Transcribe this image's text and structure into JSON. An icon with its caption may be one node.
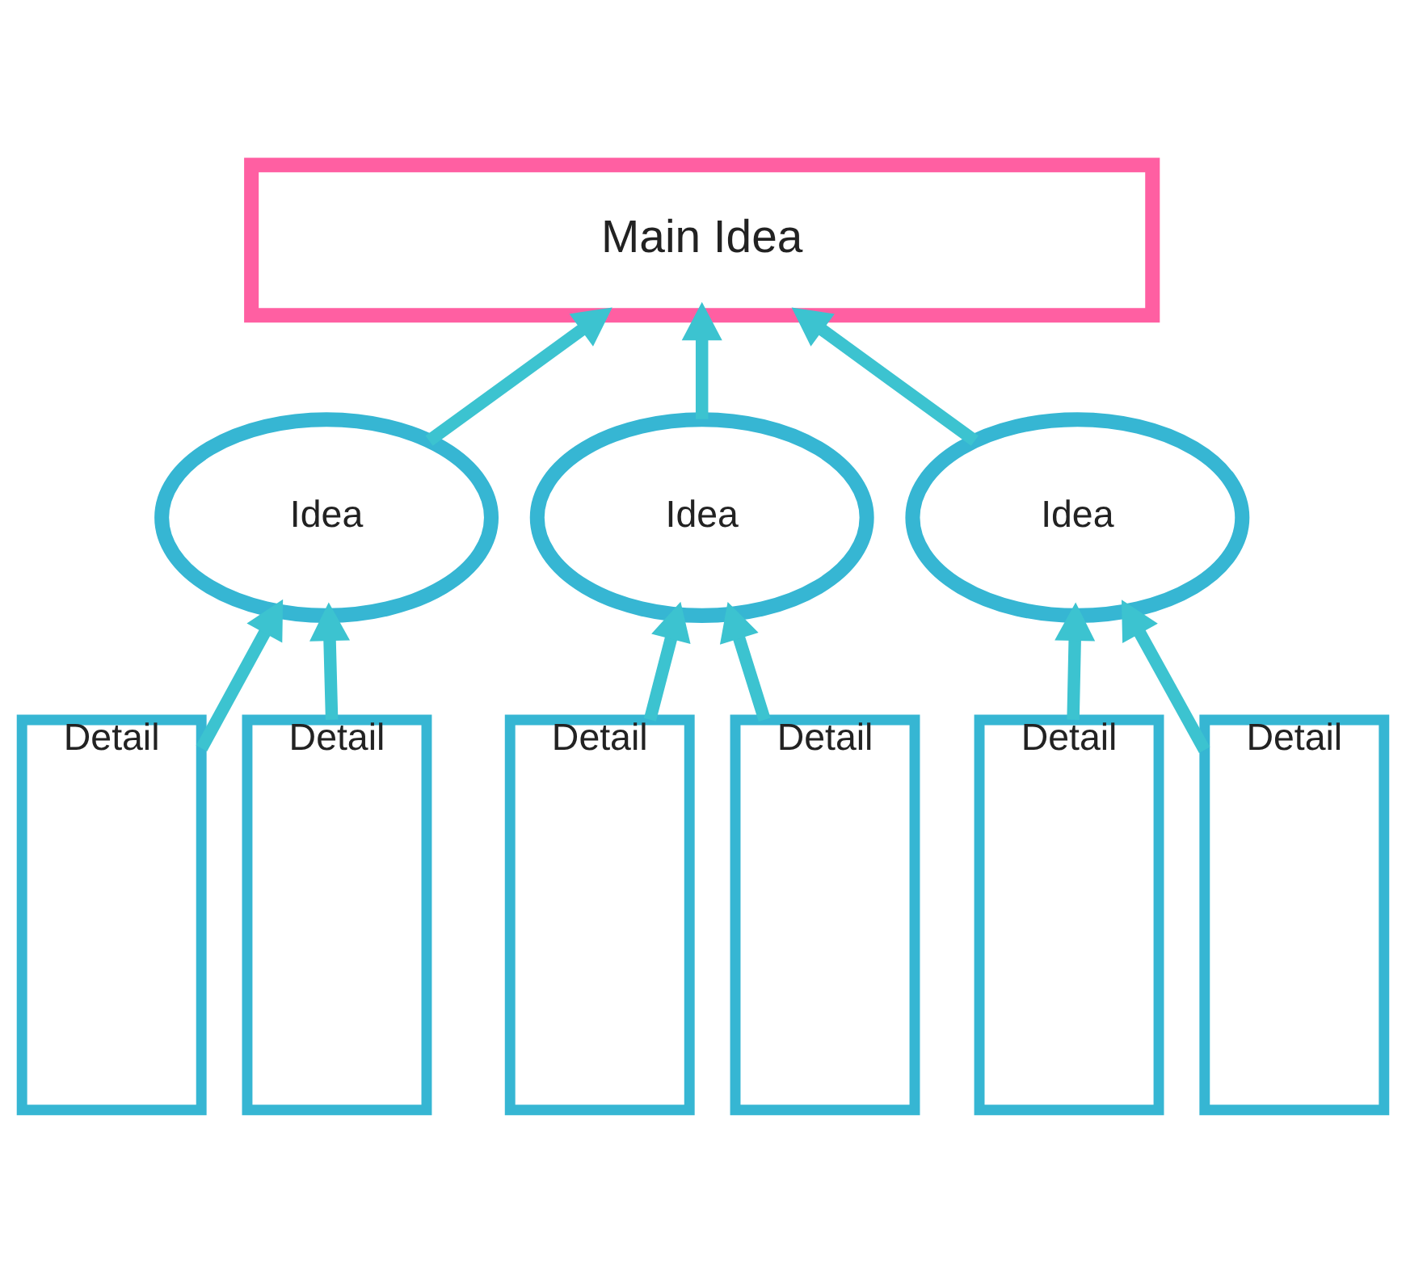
{
  "diagram": {
    "nodes": [
      {
        "text": [
          "Main Idea"
        ]
      },
      {
        "text": [
          "Idea"
        ]
      },
      {
        "text": [
          "Idea"
        ]
      },
      {
        "text": [
          "Idea"
        ]
      },
      {
        "text": [
          "Detail"
        ]
      },
      {
        "text": [
          "Detail"
        ]
      },
      {
        "text": [
          "Detail"
        ]
      },
      {
        "text": [
          "Detail"
        ]
      },
      {
        "text": [
          "Detail"
        ]
      },
      {
        "text": [
          "Detail"
        ]
      }
    ],
    "edges": [
      {
        "from": 1,
        "to": 0,
        "arrow": "to"
      },
      {
        "from": 2,
        "to": 0,
        "arrow": "to"
      },
      {
        "from": 3,
        "to": 0,
        "arrow": "to"
      },
      {
        "from": 4,
        "to": 1,
        "arrow": "to"
      },
      {
        "from": 5,
        "to": 1,
        "arrow": "to"
      },
      {
        "from": 6,
        "to": 2,
        "arrow": "to"
      },
      {
        "from": 7,
        "to": 2,
        "arrow": "to"
      },
      {
        "from": 8,
        "to": 3,
        "arrow": "to"
      },
      {
        "from": 9,
        "to": 3,
        "arrow": "to"
      }
    ]
  }
}
